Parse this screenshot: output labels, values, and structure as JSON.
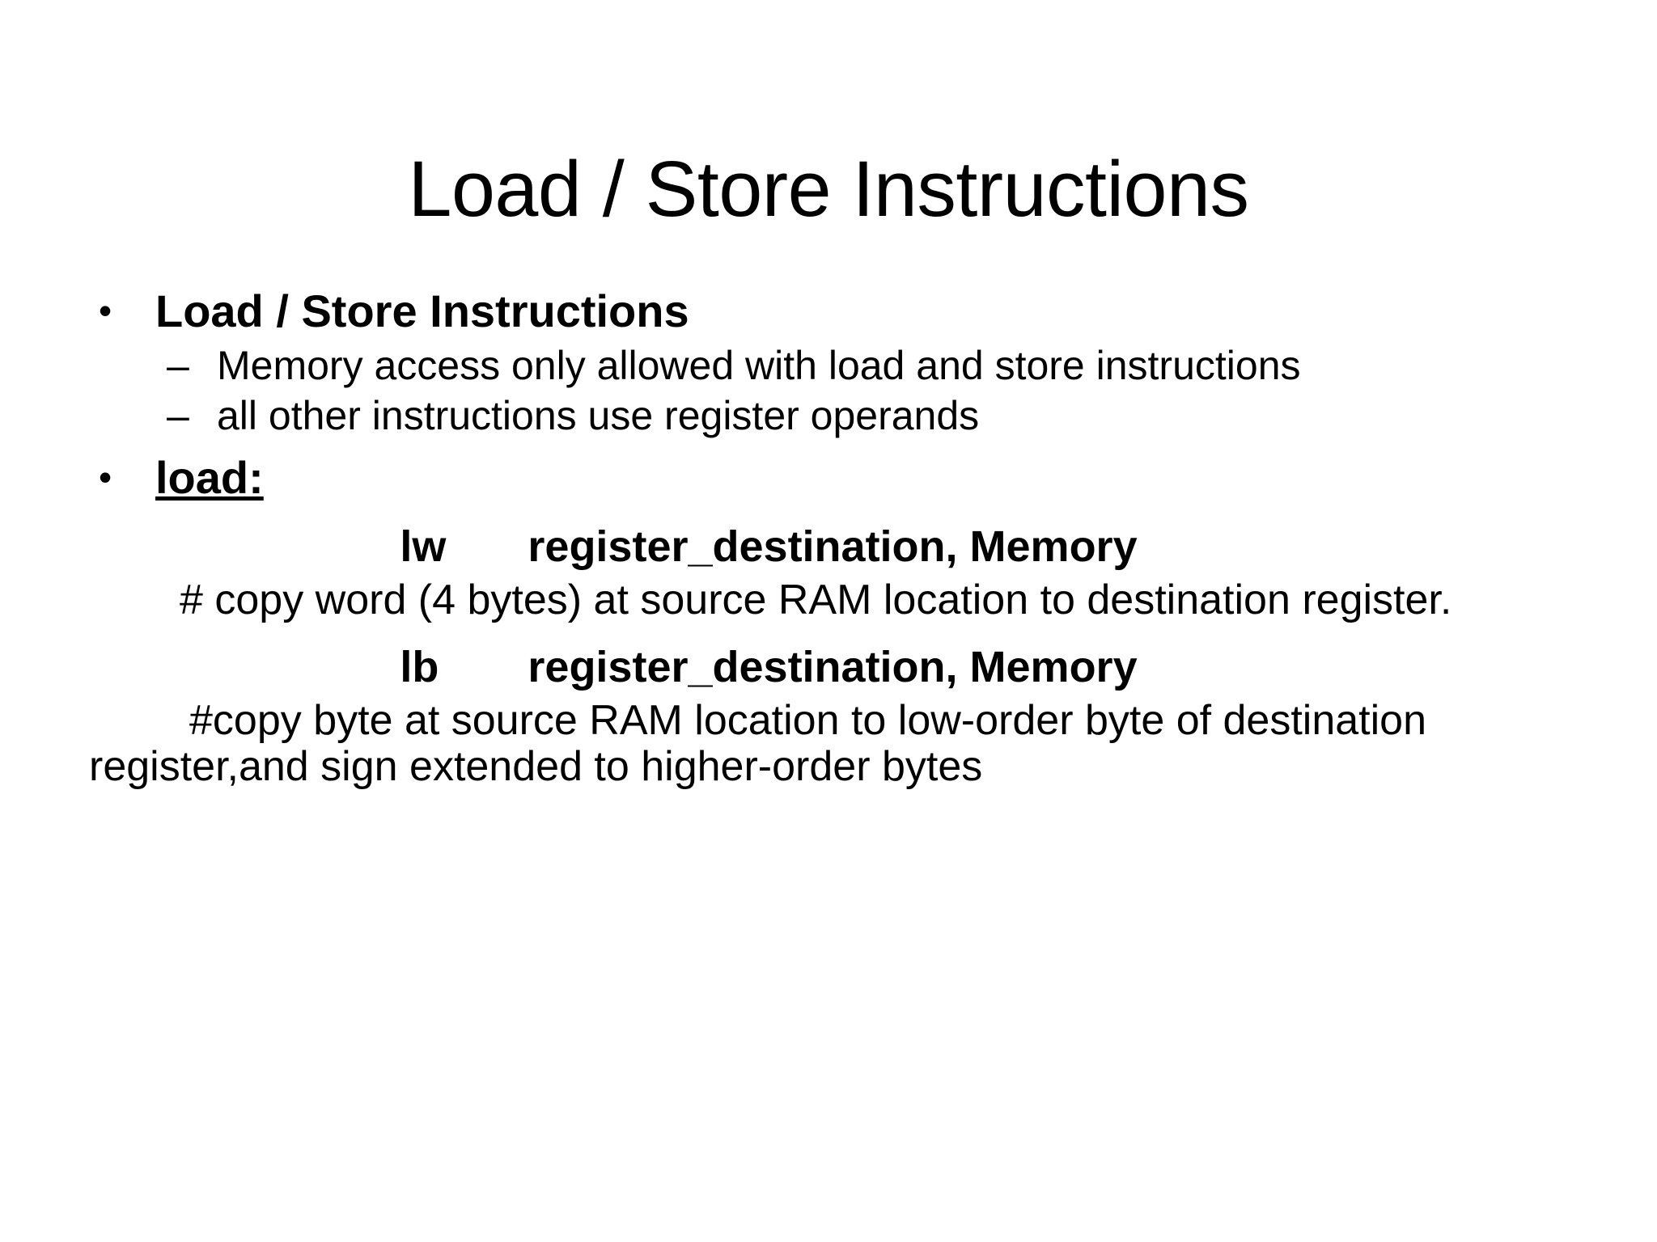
{
  "slide": {
    "title": "Load / Store Instructions",
    "background_color": "#ffffff",
    "text_color": "#000000"
  },
  "bullets": {
    "bullet_glyph": "•",
    "dash_glyph": "–",
    "level1": [
      {
        "label": "Load / Store Instructions",
        "underlined": false
      },
      {
        "label": "load:",
        "underlined": true
      }
    ],
    "level2": [
      {
        "label": "Memory access only allowed with load and store instructions"
      },
      {
        "label": "all other instructions use register operands"
      }
    ]
  },
  "code_lines": [
    {
      "mnemonic": "lw",
      "operands": "register_destination, Memory",
      "comment": "# copy word (4 bytes) at source RAM location to destination register."
    },
    {
      "mnemonic": "lb",
      "operands": "register_destination, Memory",
      "comment": "#copy byte at source RAM location to low-order byte of destination register,and sign extended to higher-order bytes"
    }
  ]
}
